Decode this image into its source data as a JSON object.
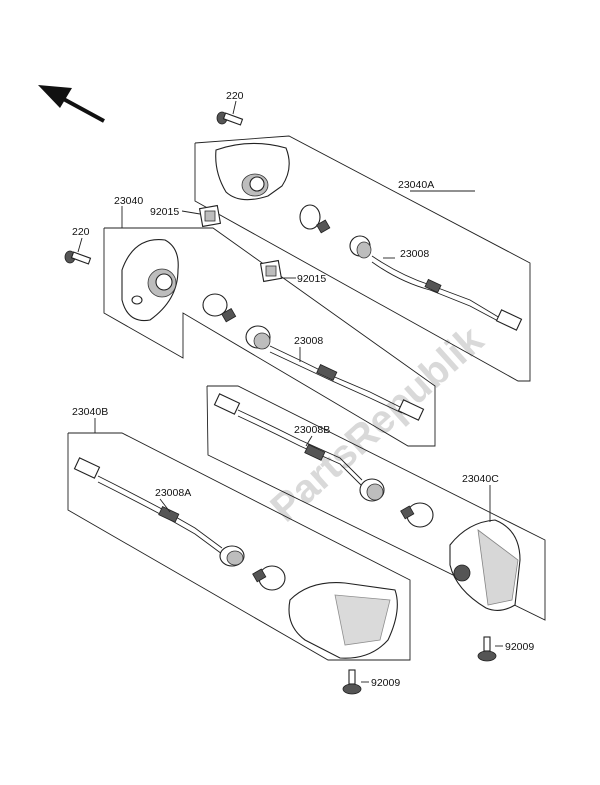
{
  "watermark": "PartsRepublik",
  "labels": {
    "p220_a": "220",
    "p220_b": "220",
    "p23040A": "23040A",
    "p23040": "23040",
    "p92015_a": "92015",
    "p92015_b": "92015",
    "p23008_a": "23008",
    "p23008_b": "23008",
    "p23008B": "23008B",
    "p23040B": "23040B",
    "p23040C": "23040C",
    "p23008A": "23008A",
    "p92009_a": "92009",
    "p92009_b": "92009"
  }
}
